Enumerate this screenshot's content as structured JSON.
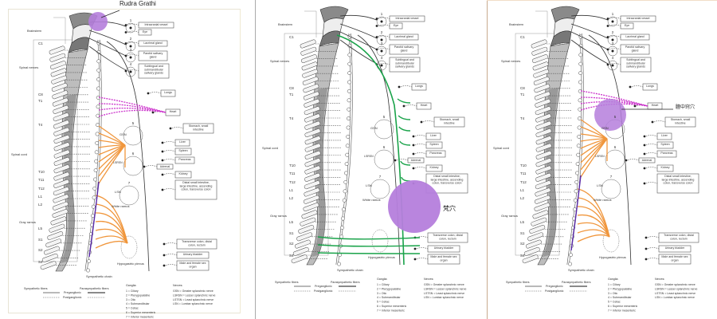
{
  "panels": [
    {
      "id": "left",
      "annotation": "Rudra Grathi",
      "highlight_color": "#b57edc",
      "variant": "sympathetic"
    },
    {
      "id": "middle",
      "annotation": "梵穴",
      "highlight_color": "#b57edc",
      "variant": "parasympathetic"
    },
    {
      "id": "right",
      "annotation": "膻中窍穴",
      "highlight_color": "#b57edc",
      "variant": "sympathetic"
    }
  ],
  "diagram": {
    "left_labels": {
      "brainstem": "Brainstem",
      "spinal_nerves": "Spinal nerves",
      "spinal_cord": "Spinal cord",
      "gray_ramus": "Gray ramus",
      "white_ramus": "White ramus",
      "sympathetic_chain": "Sympathetic chain",
      "hypogastric_plexus": "Hypogastric plexus",
      "gsn": "GSN",
      "lsrsn": "LSRSN",
      "lsn": "LSN"
    },
    "levels": [
      "C1",
      "C8",
      "T1",
      "T4",
      "T10",
      "T11",
      "T12",
      "L1",
      "L2",
      "L5",
      "S1",
      "S2",
      "S4"
    ],
    "ganglia_numbers": [
      "1",
      "2",
      "3",
      "4",
      "5",
      "6",
      "7"
    ],
    "organs": [
      "Intracranial vessel",
      "Eye",
      "Lacrimal gland",
      "Parotid salivary gland",
      "Sublingual and submandibular salivary glands",
      "Lungs",
      "Heart",
      "Stomach, small intestine",
      "Liver",
      "Spleen",
      "Pancreas",
      "Adrenal",
      "Kidney",
      "Distal small intestine, large intestine, ascending colon, transverse colon",
      "Transverse colon, distal colon, rectum",
      "Urinary bladder",
      "Male and female sex organ"
    ],
    "legend": {
      "sympathetic_fibers": "Sympathetic fibers",
      "parasympathetic_fibers": "Parasympathetic fibers",
      "preganglionic": "Preganglionic",
      "postganglionic": "Postganglionic",
      "ganglia_title": "Ganglia:",
      "ganglia": [
        "1 = Ciliary",
        "2 = Pterygopalatine",
        "3 = Otic",
        "4 = Submandibular",
        "5 = Celiac",
        "6 = Superior mesenteric",
        "7 = Inferior mesenteric"
      ],
      "nerves_title": "Nerves:",
      "nerves": [
        "GSN = Greater splanchnic nerve",
        "LSRSN = Lesser splanchnic nerve",
        "LSTSN = Least splanchnic nerve",
        "LSN = Lumbar splanchnic nerve"
      ]
    }
  },
  "colors": {
    "sympathetic_highlight": "#f0963c",
    "chain_highlight": "#5a2aa8",
    "heart_fibers": "#cc33cc",
    "parasympathetic_highlight": "#1aa34a",
    "circle": "#b57edc"
  }
}
